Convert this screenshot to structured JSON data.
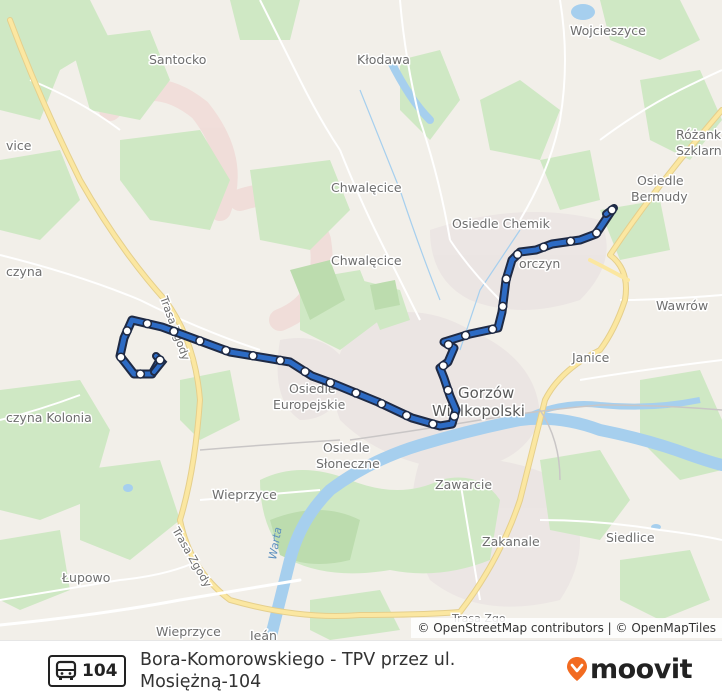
{
  "map": {
    "places": [
      {
        "id": "wojcieszyce",
        "label": "Wojcieszyce"
      },
      {
        "id": "santocko",
        "label": "Santocko"
      },
      {
        "id": "klodawa",
        "label": "Kłodawa"
      },
      {
        "id": "vice",
        "label": "vice"
      },
      {
        "id": "rozanki-1",
        "label": "Różank"
      },
      {
        "id": "rozanki-2",
        "label": "Szklarn"
      },
      {
        "id": "bermudy-1",
        "label": "Osiedle"
      },
      {
        "id": "bermudy-2",
        "label": "Bermudy"
      },
      {
        "id": "chwalecice-1",
        "label": "Chwalęcice"
      },
      {
        "id": "chemik",
        "label": "Osiedle Chemik"
      },
      {
        "id": "chwalecice-2",
        "label": "Chwalęcice"
      },
      {
        "id": "zieleczyna",
        "label": "czyna"
      },
      {
        "id": "borczyn",
        "label": "orczyn"
      },
      {
        "id": "wawrow",
        "label": "Wawrów"
      },
      {
        "id": "janice",
        "label": "Janice"
      },
      {
        "id": "europejskie-1",
        "label": "Osiedle"
      },
      {
        "id": "europejskie-2",
        "label": "Europejskie"
      },
      {
        "id": "gorzow-1",
        "label": "Gorzów"
      },
      {
        "id": "gorzow-2",
        "label": "Wielkopolski"
      },
      {
        "id": "kolonia",
        "label": "czyna Kolonia"
      },
      {
        "id": "sloneczne-1",
        "label": "Osiedle"
      },
      {
        "id": "sloneczne-2",
        "label": "Słoneczne"
      },
      {
        "id": "zawarcie",
        "label": "Zawarcie"
      },
      {
        "id": "wieprzyce-1",
        "label": "Wieprzyce"
      },
      {
        "id": "zakanale",
        "label": "Zakanale"
      },
      {
        "id": "siedlice",
        "label": "Siedlice"
      },
      {
        "id": "lupowo",
        "label": "Łupowo"
      },
      {
        "id": "wieprzyce-2",
        "label": "Wieprzyce"
      },
      {
        "id": "jean",
        "label": "Jeán"
      }
    ],
    "roads": [
      {
        "id": "trasa-zgody-north",
        "label": "Trasa Zgody"
      },
      {
        "id": "trasa-zgody-south",
        "label": "Trasa Zgody"
      },
      {
        "id": "trasa-zgody-bottom",
        "label": "Trasa Zgo"
      }
    ],
    "water": [
      {
        "id": "warta",
        "label": "Warta"
      }
    ],
    "route_color": "#2d6bc4",
    "attribution": "© OpenStreetMap contributors | © OpenMapTiles"
  },
  "footer": {
    "route_number": "104",
    "route_title": "Bora-Komorowskiego - TPV przez ul. Mosiężną-104",
    "brand_name": "moovit",
    "brand_color": "#f26b21",
    "bus_icon": "bus-icon",
    "brand_icon": "moovit-pin-icon"
  }
}
